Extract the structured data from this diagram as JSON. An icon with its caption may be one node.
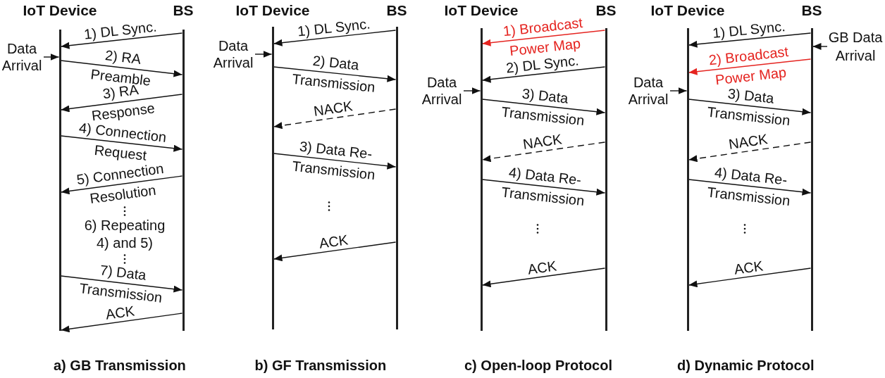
{
  "diagram": {
    "nodes": [
      {
        "text": [
          "IoT Device"
        ]
      },
      {
        "text": [
          "BS"
        ]
      },
      {
        "text": [
          "Data Arrival"
        ]
      },
      {
        "text": [
          "IoT Device"
        ]
      },
      {
        "text": [
          "BS"
        ]
      },
      {
        "text": [
          "Data Arrival"
        ]
      },
      {
        "text": [
          "IoT Device"
        ]
      },
      {
        "text": [
          "BS"
        ]
      },
      {
        "text": [
          "Data Arrival"
        ]
      },
      {
        "text": [
          "IoT Device"
        ]
      },
      {
        "text": [
          "BS"
        ]
      },
      {
        "text": [
          "Data Arrival"
        ]
      },
      {
        "text": [
          "GB Data Arrival"
        ]
      }
    ],
    "edges": [
      {
        "from": 1,
        "to": 0,
        "arrow": "to",
        "label": "1) DL Sync."
      },
      {
        "from": 2,
        "to": 0,
        "arrow": "to"
      },
      {
        "from": 0,
        "to": 1,
        "arrow": "to",
        "label": "2) RA Preamble"
      },
      {
        "from": 1,
        "to": 0,
        "arrow": "to",
        "label": "3) RA Response"
      },
      {
        "from": 0,
        "to": 1,
        "arrow": "to",
        "label": "4) Connection Request"
      },
      {
        "from": 1,
        "to": 0,
        "arrow": "to",
        "label": "5) Connection Resolution"
      },
      {
        "from": 0,
        "to": 1,
        "arrow": "to",
        "label": "7) Data Transmission"
      },
      {
        "from": 1,
        "to": 0,
        "arrow": "to",
        "label": "ACK"
      },
      {
        "from": 4,
        "to": 3,
        "arrow": "to",
        "label": "1) DL Sync."
      },
      {
        "from": 5,
        "to": 3,
        "arrow": "to"
      },
      {
        "from": 3,
        "to": 4,
        "arrow": "to",
        "label": "2) Data Transmission"
      },
      {
        "from": 4,
        "to": 3,
        "arrow": "to",
        "label": "NACK",
        "style": "dashed"
      },
      {
        "from": 3,
        "to": 4,
        "arrow": "to",
        "label": "3) Data Re-Transmission"
      },
      {
        "from": 4,
        "to": 3,
        "arrow": "to",
        "label": "ACK"
      },
      {
        "from": 7,
        "to": 6,
        "arrow": "to",
        "label": "1) Broadcast Power Map",
        "color": "#e52420"
      },
      {
        "from": 7,
        "to": 6,
        "arrow": "to",
        "label": "2) DL Sync."
      },
      {
        "from": 8,
        "to": 6,
        "arrow": "to"
      },
      {
        "from": 6,
        "to": 7,
        "arrow": "to",
        "label": "3) Data Transmission"
      },
      {
        "from": 7,
        "to": 6,
        "arrow": "to",
        "label": "NACK",
        "style": "dashed"
      },
      {
        "from": 6,
        "to": 7,
        "arrow": "to",
        "label": "4) Data Re-Transmission"
      },
      {
        "from": 7,
        "to": 6,
        "arrow": "to",
        "label": "ACK"
      },
      {
        "from": 10,
        "to": 9,
        "arrow": "to",
        "label": "1) DL Sync."
      },
      {
        "from": 12,
        "to": 10,
        "arrow": "to"
      },
      {
        "from": 10,
        "to": 9,
        "arrow": "to",
        "label": "2) Broadcast Power Map",
        "color": "#e52420"
      },
      {
        "from": 11,
        "to": 9,
        "arrow": "to"
      },
      {
        "from": 9,
        "to": 10,
        "arrow": "to",
        "label": "3) Data Transmission"
      },
      {
        "from": 10,
        "to": 9,
        "arrow": "to",
        "label": "NACK",
        "style": "dashed"
      },
      {
        "from": 9,
        "to": 10,
        "arrow": "to",
        "label": "4) Data Re-Transmission"
      },
      {
        "from": 10,
        "to": 9,
        "arrow": "to",
        "label": "ACK"
      }
    ],
    "labels": [
      "6) Repeating 4) and 5)",
      "a) GB Transmission",
      "b) GF Transmission",
      "c) Open-loop Protocol",
      "d) Dynamic Protocol"
    ]
  }
}
